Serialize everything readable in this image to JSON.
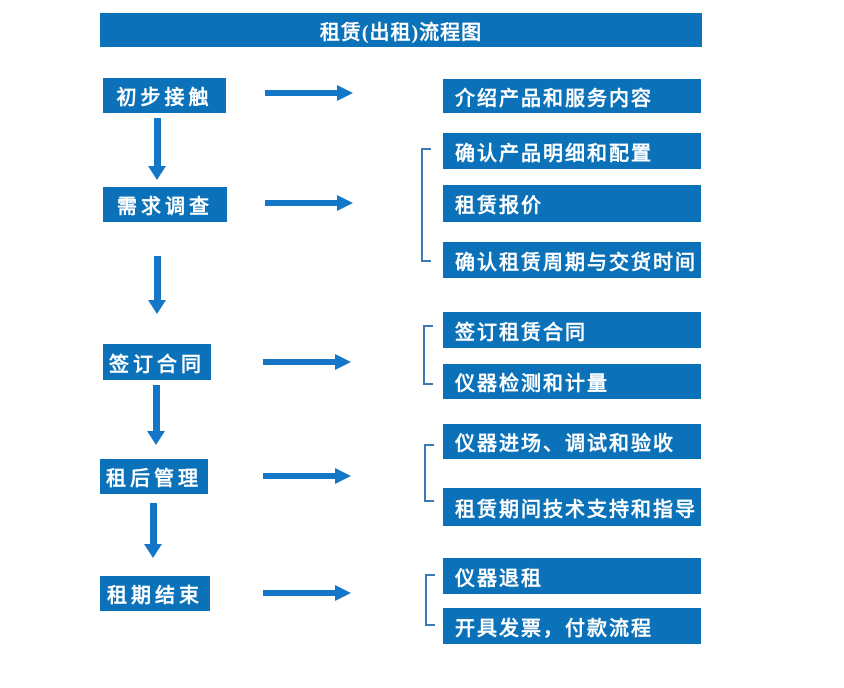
{
  "title": "租赁(出租)流程图",
  "colors": {
    "box_blue": "#0b71b9",
    "arrow_blue": "#1376c6",
    "bracket_blue": "#3d79b3",
    "text_white": "#ffffff"
  },
  "steps": [
    {
      "label": "初步接触",
      "outputs": [
        "介绍产品和服务内容"
      ]
    },
    {
      "label": "需求调查",
      "outputs": [
        "确认产品明细和配置",
        "租赁报价",
        "确认租赁周期与交货时间"
      ]
    },
    {
      "label": "签订合同",
      "outputs": [
        "签订租赁合同",
        "仪器检测和计量"
      ]
    },
    {
      "label": "租后管理",
      "outputs": [
        "仪器进场、调试和验收",
        "租赁期间技术支持和指导"
      ]
    },
    {
      "label": "租期结束",
      "outputs": [
        "仪器退租",
        "开具发票，付款流程"
      ]
    }
  ]
}
